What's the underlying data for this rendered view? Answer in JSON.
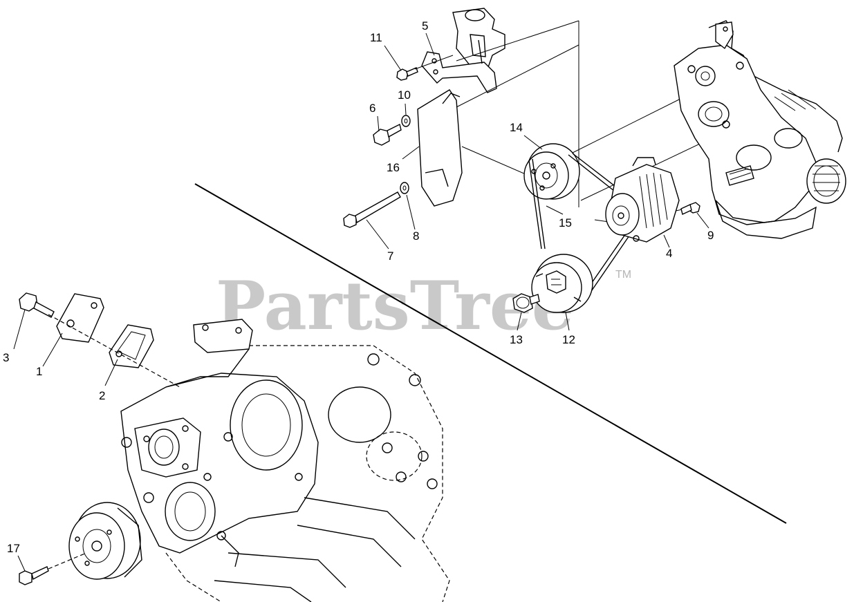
{
  "watermark": {
    "text": "PartsTree",
    "trademark": "TM"
  },
  "callouts": [
    {
      "id": "1",
      "part": "cover-plate"
    },
    {
      "id": "2",
      "part": "gasket"
    },
    {
      "id": "3",
      "part": "bolt"
    },
    {
      "id": "4",
      "part": "alternator"
    },
    {
      "id": "5",
      "part": "bracket"
    },
    {
      "id": "6",
      "part": "bolt"
    },
    {
      "id": "7",
      "part": "long-bolt"
    },
    {
      "id": "8",
      "part": "washer"
    },
    {
      "id": "9",
      "part": "bolt"
    },
    {
      "id": "10",
      "part": "washer"
    },
    {
      "id": "11",
      "part": "bolt"
    },
    {
      "id": "12",
      "part": "crank-pulley"
    },
    {
      "id": "13",
      "part": "nut"
    },
    {
      "id": "14",
      "part": "fan-pulley"
    },
    {
      "id": "15",
      "part": "v-belt"
    },
    {
      "id": "16",
      "part": "belt-cover"
    },
    {
      "id": "17",
      "part": "bolt"
    }
  ],
  "colors": {
    "line": "#000000",
    "background": "#ffffff",
    "watermark": "#c9c9c9"
  }
}
